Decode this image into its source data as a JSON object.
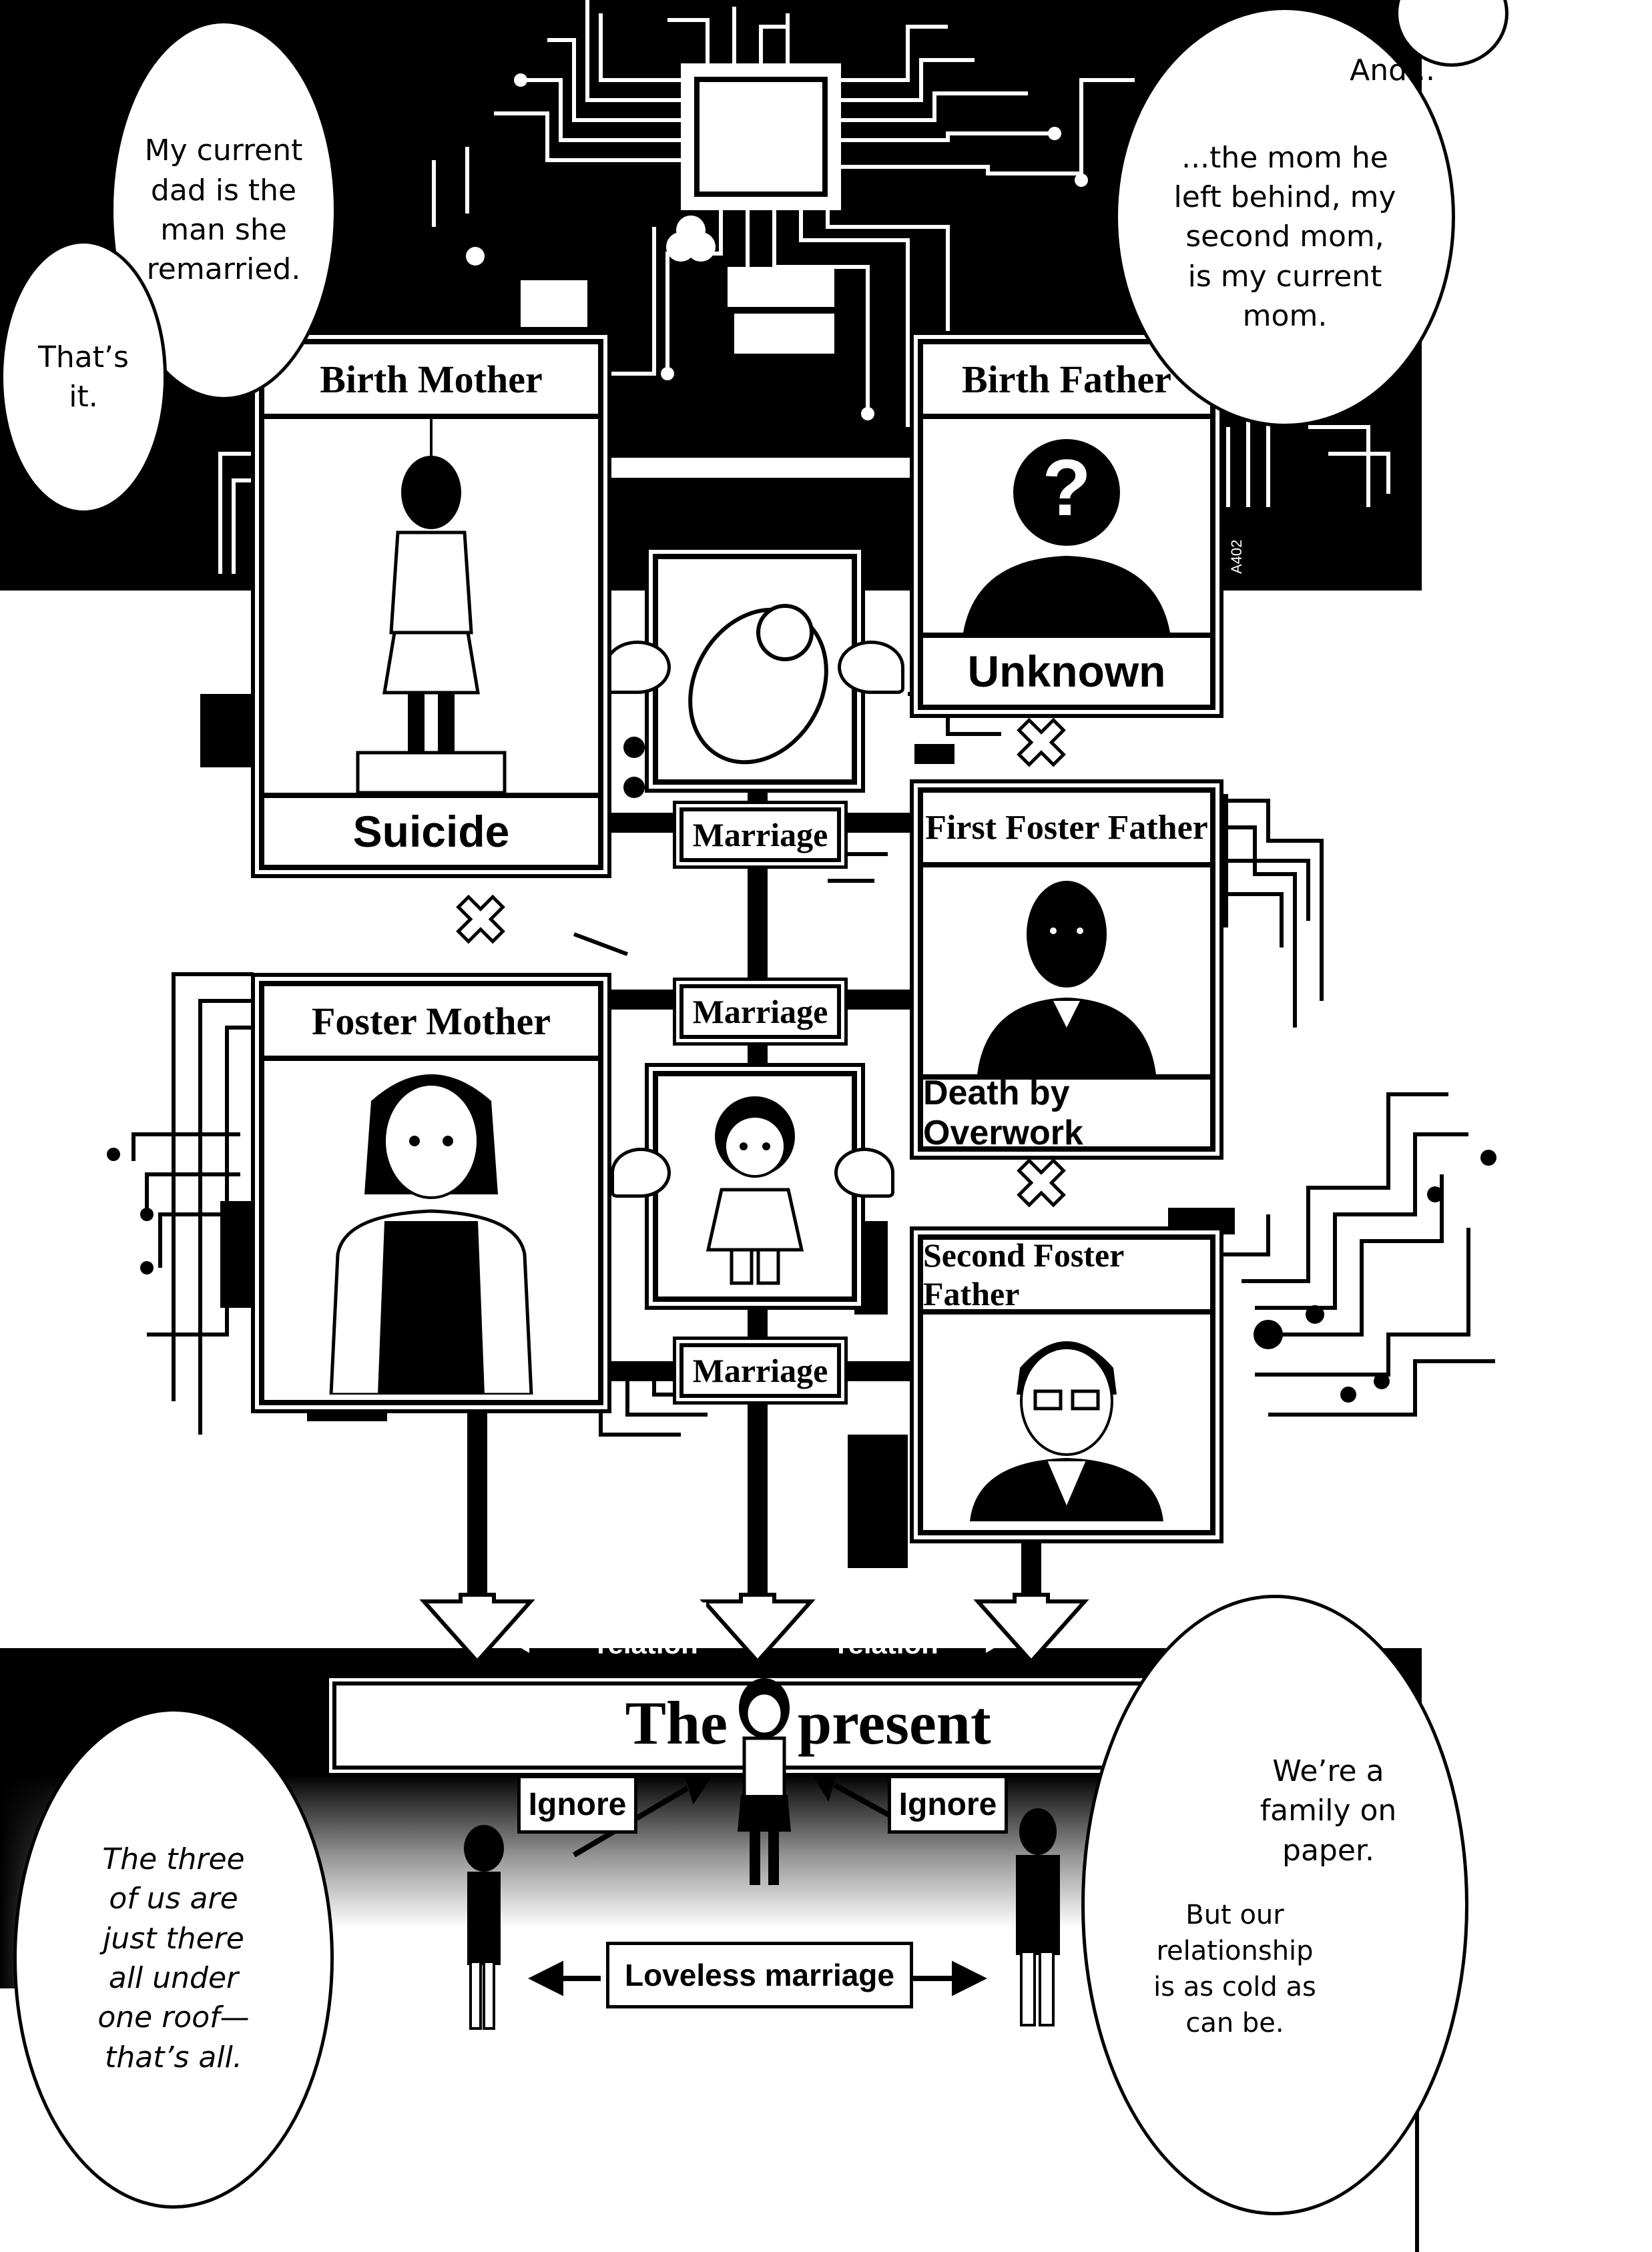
{
  "bubbles": {
    "top_left": "My current\ndad is the\nman she\nremarried.",
    "left_small": "That’s\nit.",
    "top_right_and": "And...",
    "top_right": "...the mom he\nleft behind, my\nsecond mom,\nis my current\nmom.",
    "bottom_left": "The three\nof us are\njust there\nall under\none roof—\nthat’s all.",
    "bottom_right_top": "We’re a\nfamily on\npaper.",
    "bottom_right_bottom": "But our\nrelationship\nis as cold as\ncan be."
  },
  "cards": {
    "birth_mother": {
      "title": "Birth Mother",
      "status": "Suicide"
    },
    "birth_father": {
      "title": "Birth Father",
      "status": "Unknown"
    },
    "first_foster_father": {
      "title": "First Foster Father",
      "status": "Death by Overwork"
    },
    "foster_mother": {
      "title": "Foster Mother"
    },
    "second_foster_father": {
      "title": "Second Foster Father"
    }
  },
  "chip_label": "A402",
  "marriage_labels": [
    "Marriage",
    "Marriage",
    "Marriage"
  ],
  "cross_symbol": "✖",
  "blood": {
    "left": "No blood\nrelation",
    "right": "No blood\nrelation"
  },
  "present": {
    "left_word": "The",
    "right_word": "present"
  },
  "ignore_left": "Ignore",
  "ignore_right": "Ignore",
  "loveless": "Loveless marriage",
  "question_mark": "?"
}
